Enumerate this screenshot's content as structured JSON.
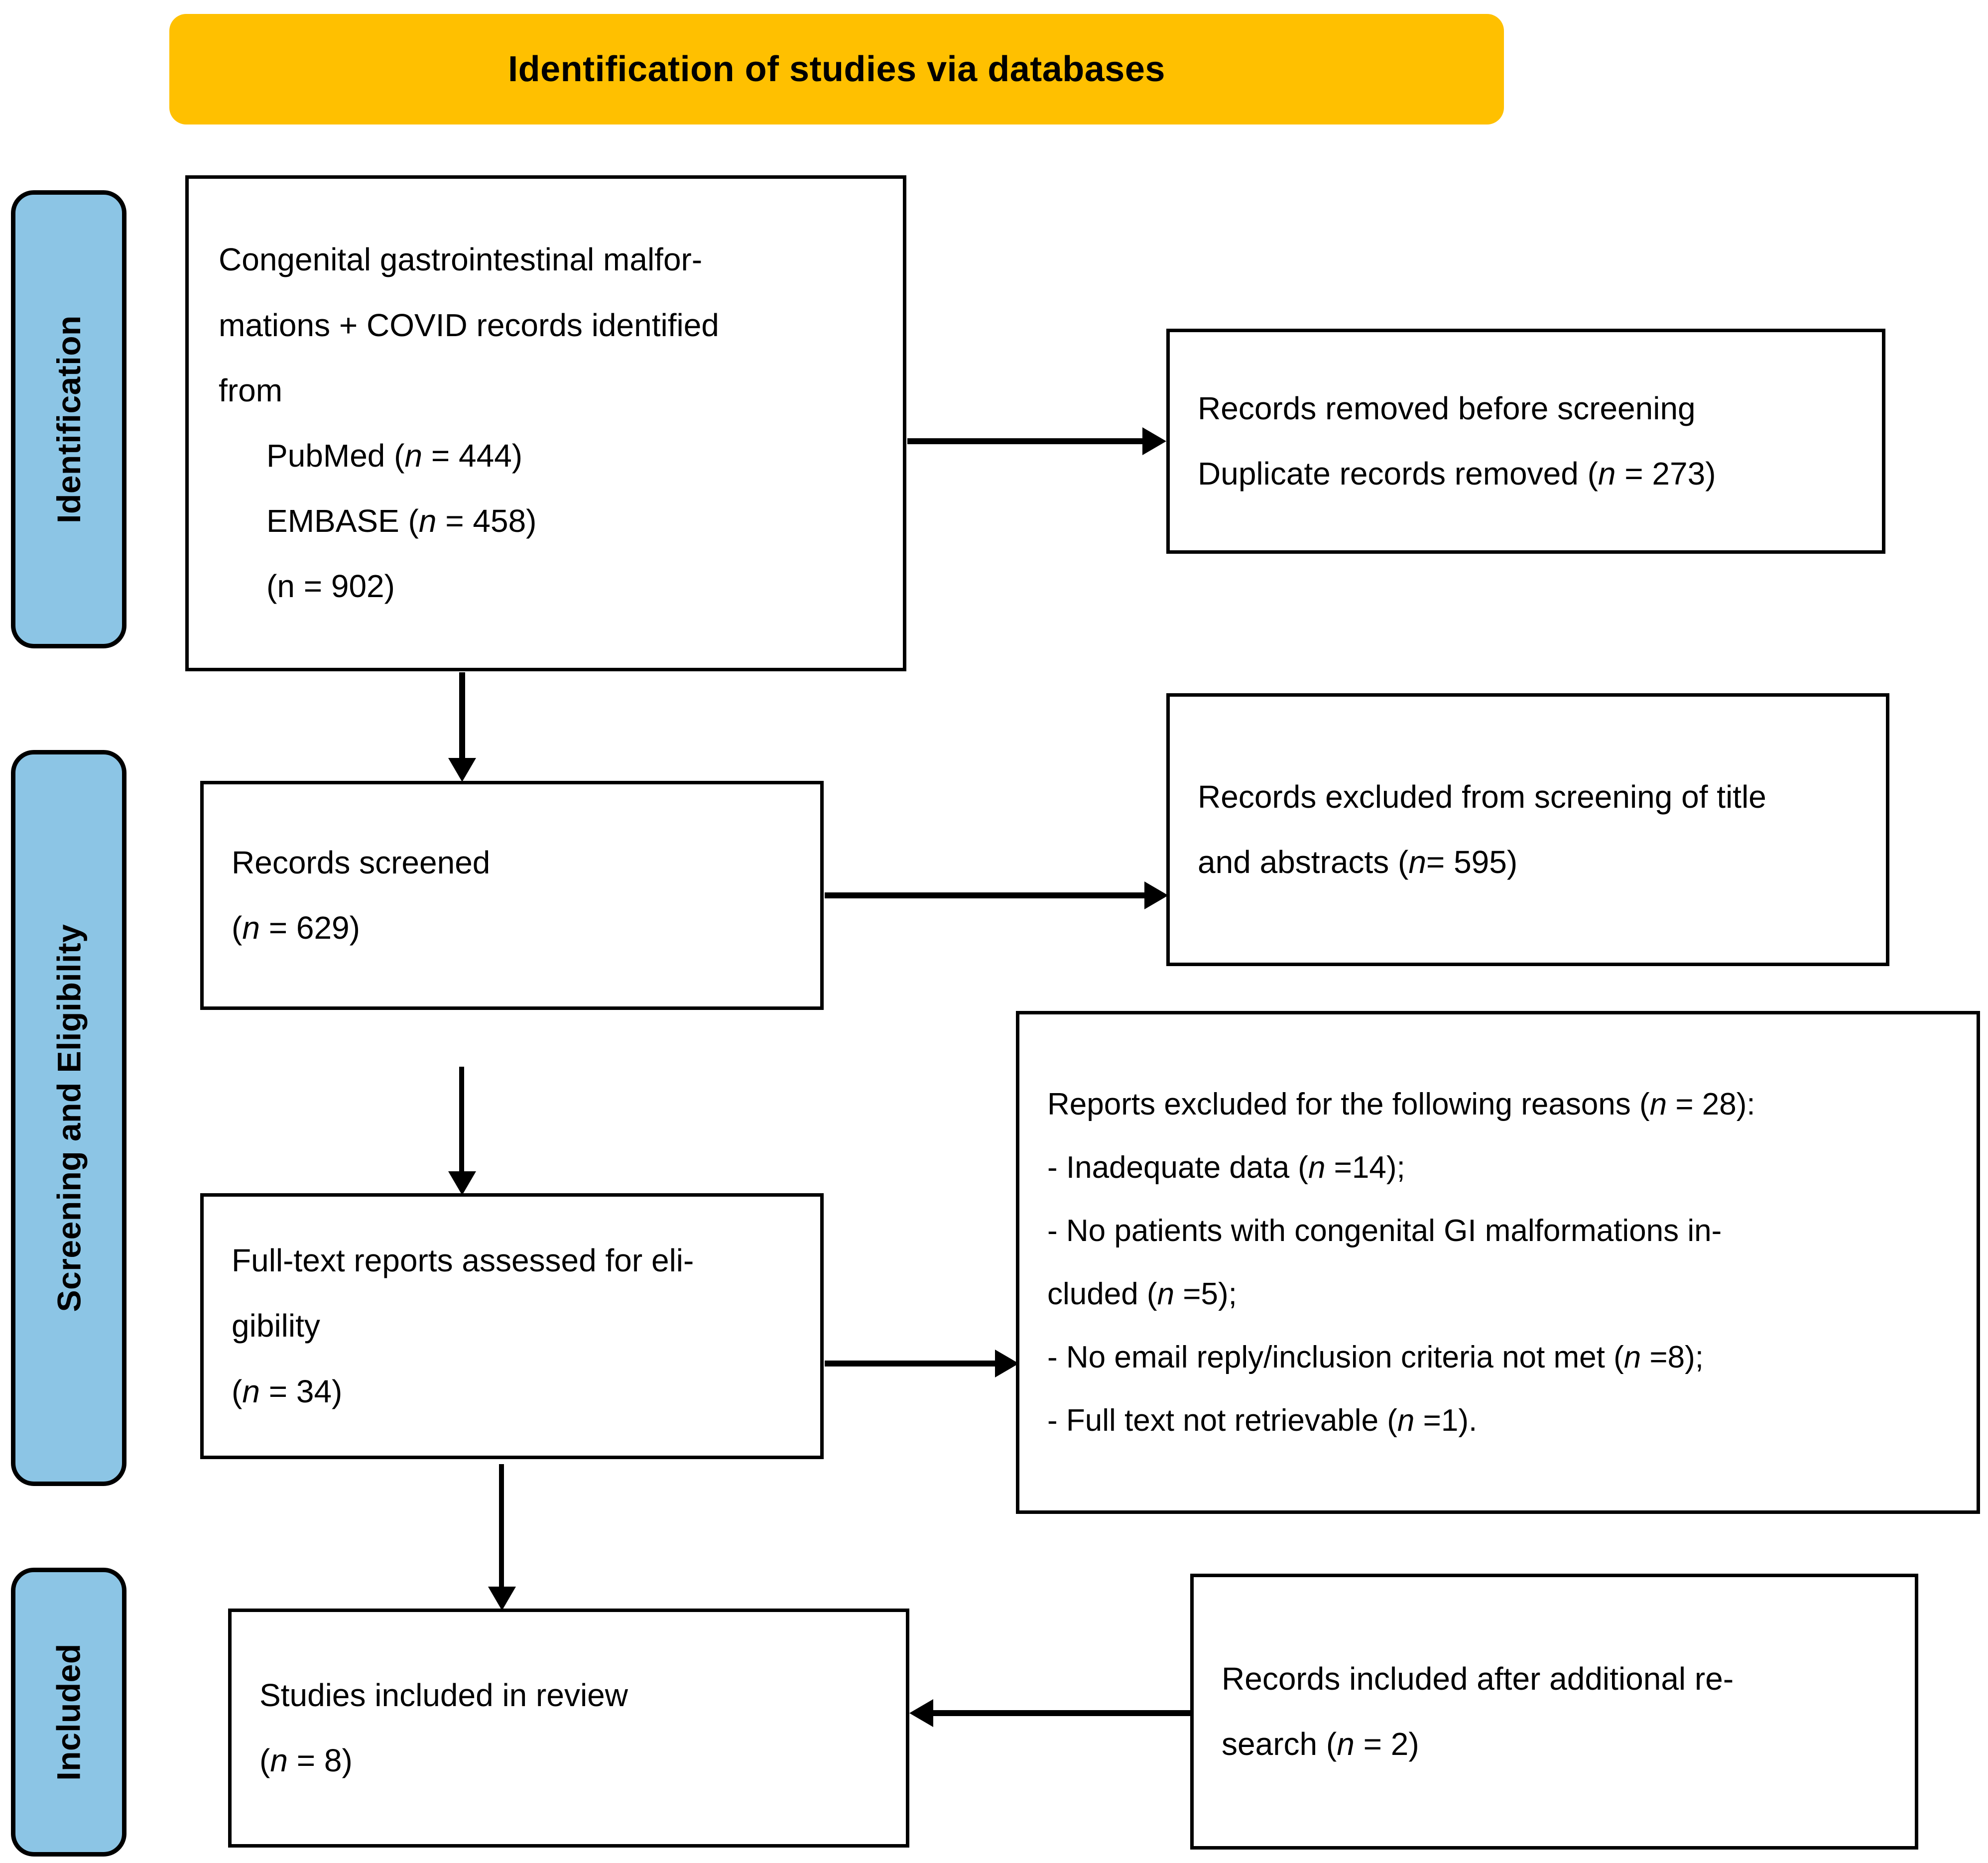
{
  "header": {
    "title": "Identification of studies via databases",
    "bg_color": "#FFC000"
  },
  "stages": [
    {
      "label": "Identification"
    },
    {
      "label": "Screening and Eligibility"
    },
    {
      "label": "Included"
    }
  ],
  "stage_color": "#8CC5E5",
  "boxes": {
    "identified": {
      "line1": "Congenital gastrointestinal malfor-",
      "line2": "mations + COVID records identified",
      "line3": "from",
      "pubmed_label": "PubMed (",
      "pubmed_n": "n",
      "pubmed_value": " = 444)",
      "embase_label": "EMBASE (",
      "embase_n": "n",
      "embase_value": " = 458)",
      "total": "(n = 902)"
    },
    "removed": {
      "line1": "Records removed before screening",
      "line2_a": "Duplicate records removed (",
      "line2_n": "n",
      "line2_b": " = 273)"
    },
    "screened": {
      "line1": "Records screened",
      "line2_a": "(",
      "line2_n": "n",
      "line2_b": " = 629)"
    },
    "excluded_screening": {
      "line1": "Records excluded from screening of title",
      "line2_a": "and abstracts (",
      "line2_n": "n",
      "line2_b": "= 595)"
    },
    "fulltext": {
      "line1": "Full-text reports assessed for eli-",
      "line2": "gibility",
      "line3_a": "(",
      "line3_n": "n",
      "line3_b": " = 34)"
    },
    "reports_excluded": {
      "heading_a": "Reports excluded for the following reasons (",
      "heading_n": "n",
      "heading_b": " = 28):",
      "r1_a": "- Inadequate data (",
      "r1_n": "n",
      "r1_b": " =14);",
      "r2_line1": "-  No  patients  with  congenital  GI  malformations  in-",
      "r2_line2_a": "cluded (",
      "r2_line2_n": "n",
      "r2_line2_b": " =5);",
      "r3_a": "- No email reply/inclusion criteria not met (",
      "r3_n": "n",
      "r3_b": " =8);",
      "r4_a": "- Full text not retrievable (",
      "r4_n": "n",
      "r4_b": " =1)."
    },
    "included_review": {
      "line1": "Studies included in review",
      "line2_a": "(",
      "line2_n": "n",
      "line2_b": " = 8)"
    },
    "additional": {
      "line1": "Records  included  after  additional  re-",
      "line2_a": "search (",
      "line2_n": "n",
      "line2_b": " = 2)"
    }
  }
}
